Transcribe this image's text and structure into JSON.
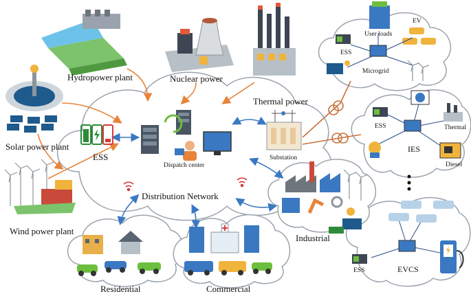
{
  "labels": {
    "hydropower": "Hydropower plant",
    "nuclear": "Nuclear power",
    "thermal_power": "Thermal power",
    "solar": "Solar power plant",
    "wind": "Wind power plant",
    "ess_main": "ESS",
    "dispatch": "Dispatch center",
    "substation": "Substation",
    "distribution": "Distribution Network",
    "residential": "Residential",
    "commercial": "Commercial",
    "industrial": "Industrial",
    "user_loads": "User loads",
    "ev": "EV",
    "ess_microgrid": "ESS",
    "microgrid": "Microgrid",
    "ess_ies": "ESS",
    "thermal_ies": "Thermal",
    "ies": "IES",
    "diesel": "Diesel",
    "ess_evcs": "ESS",
    "evcs": "EVCS"
  },
  "colors": {
    "arrow_orange": "#e8843a",
    "arrow_blue": "#3a78c2",
    "cloud_stroke": "#9aa3ad",
    "cloud_fill": "#ffffff",
    "line_brown": "#c8713a"
  },
  "icons": [
    "dam-icon",
    "nuclear-plant-icon",
    "thermal-plant-icon",
    "solar-tower-icon",
    "wind-farm-icon",
    "battery-icon",
    "server-icon",
    "operator-icon",
    "substation-icon",
    "wifi-icon",
    "house-icon",
    "car-icon",
    "bus-icon",
    "hospital-icon",
    "factory-icon",
    "robot-arm-icon",
    "solar-panel-icon",
    "building-icon",
    "computer-icon",
    "ev-charger-icon",
    "transformer-icon"
  ]
}
